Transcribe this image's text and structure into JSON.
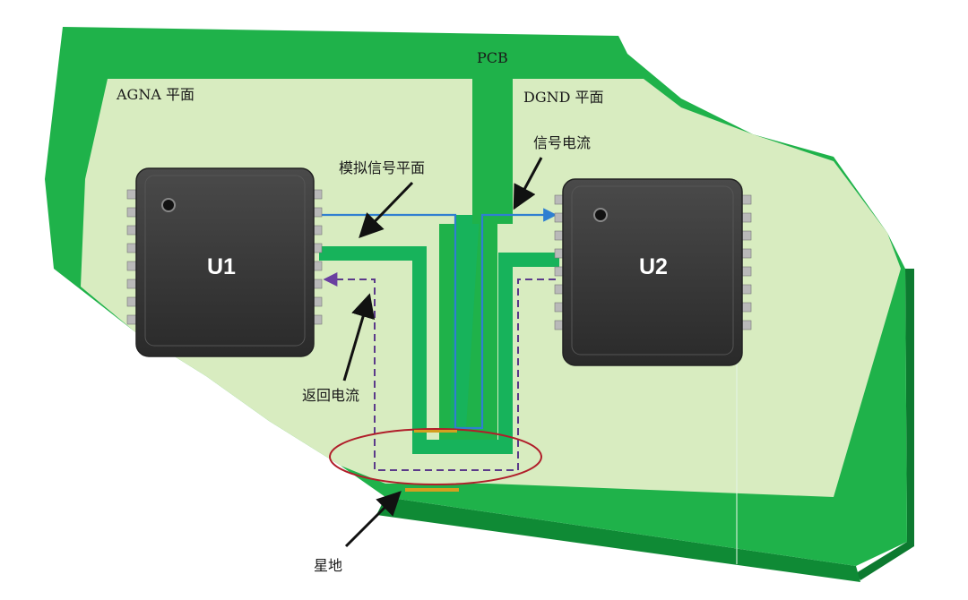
{
  "labels": {
    "pcb": "PCB",
    "agnd_plane": "AGNA 平面",
    "dgnd_plane": "DGND 平面",
    "analog_signal_plane": "模拟信号平面",
    "signal_current": "信号电流",
    "return_current": "返回电流",
    "star_ground": "星地"
  },
  "chips": {
    "u1": "U1",
    "u2": "U2"
  },
  "colors": {
    "board_green": "#1fb24a",
    "board_edge": "#0f8a35",
    "plane_fill": "#d8ecc0",
    "chip_body": "#3a3a3a",
    "chip_pin": "#b9b9b9",
    "signal_line": "#2f7fd1",
    "return_line": "#5b3a8a",
    "star_ellipse": "#b01e2a",
    "trace_green": "#17b35b"
  }
}
